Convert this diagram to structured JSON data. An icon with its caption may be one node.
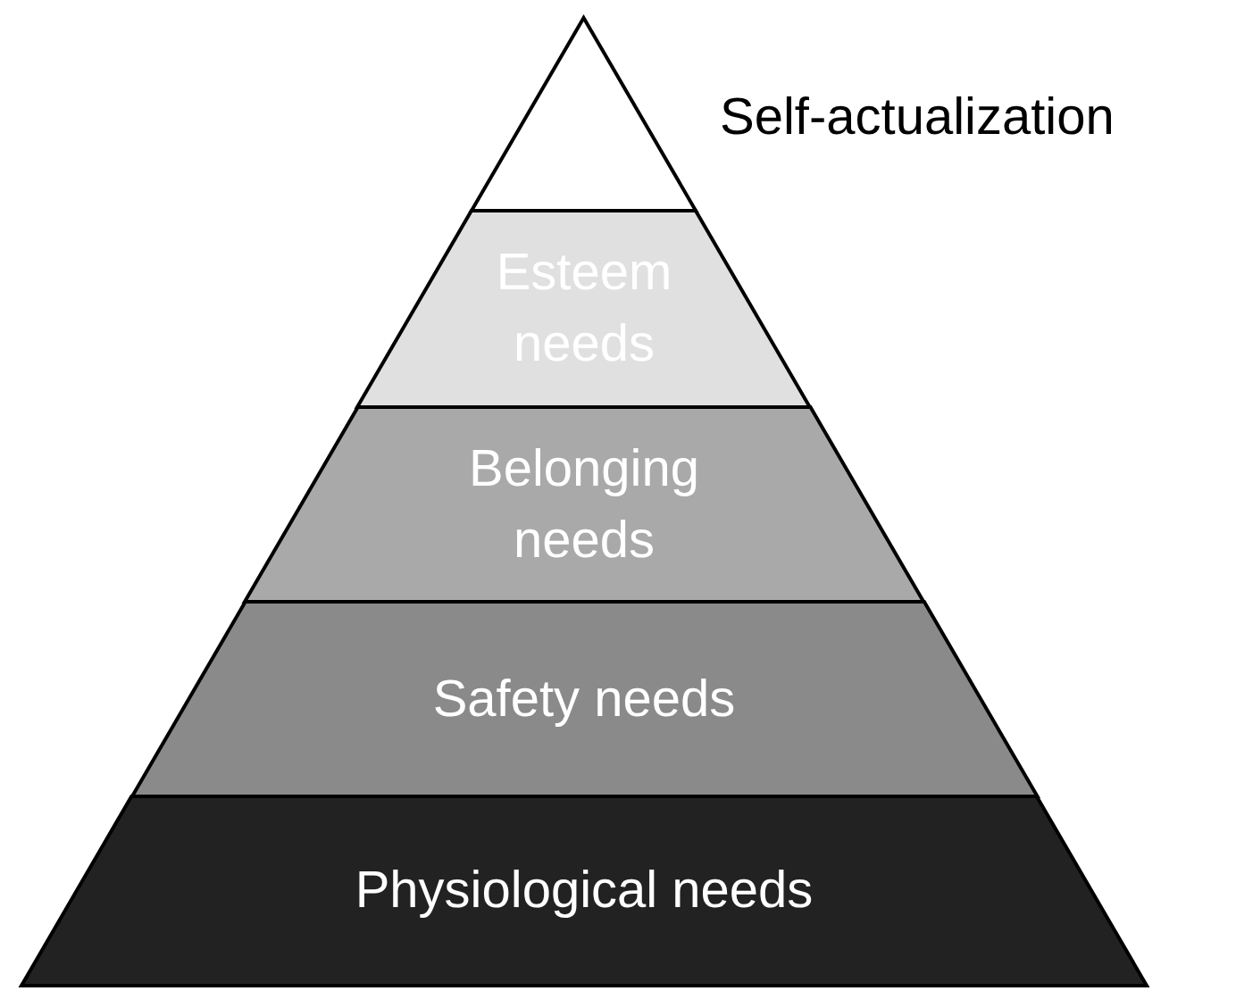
{
  "diagram": {
    "nodes": [
      {
        "text": [],
        "shape": "triangle",
        "beside": [
          "Self-actualization"
        ]
      },
      {
        "text": [
          "Esteem needs"
        ]
      },
      {
        "text": [
          "Belonging needs"
        ]
      },
      {
        "text": [
          "Safety needs"
        ]
      },
      {
        "text": [
          "Physiological needs"
        ]
      }
    ]
  }
}
